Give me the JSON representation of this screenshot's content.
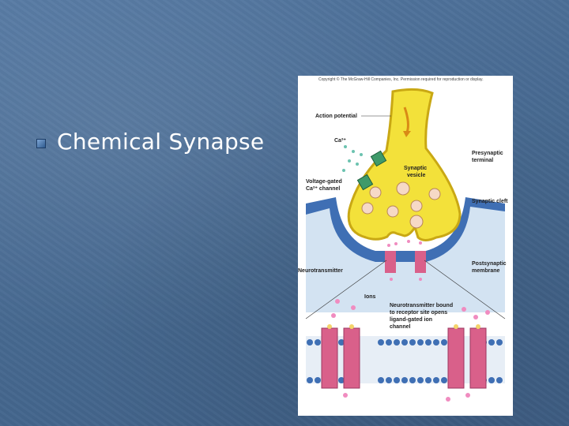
{
  "slide": {
    "bullet_text": "Chemical Synapse"
  },
  "figure": {
    "copyright": "Copyright © The McGraw-Hill Companies, Inc. Permission required for reproduction or display.",
    "labels": {
      "action_potential": "Action potential",
      "ca": "Ca²⁺",
      "presynaptic_1": "Presynaptic",
      "presynaptic_2": "terminal",
      "synaptic_vesicle_1": "Synaptic",
      "synaptic_vesicle_2": "vesicle",
      "vgated_1": "Voltage-gated",
      "vgated_2": "Ca²⁺ channel",
      "synaptic_cleft": "Synaptic cleft",
      "postsynaptic_1": "Postsynaptic",
      "postsynaptic_2": "membrane",
      "neurotransmitter": "Neurotransmitter",
      "ions": "Ions",
      "bound_1": "Neurotransmitter bound",
      "bound_2": "to receptor site opens",
      "bound_3": "ligand-gated ion",
      "bound_4": "channel"
    },
    "colors": {
      "terminal": "#f3e13a",
      "cleft": "#c8dcef",
      "membrane_blue": "#3f6fb4",
      "channel_green": "#3f9a6a",
      "receptor_pink": "#d9608a",
      "ion_pink": "#f08cc0"
    }
  }
}
